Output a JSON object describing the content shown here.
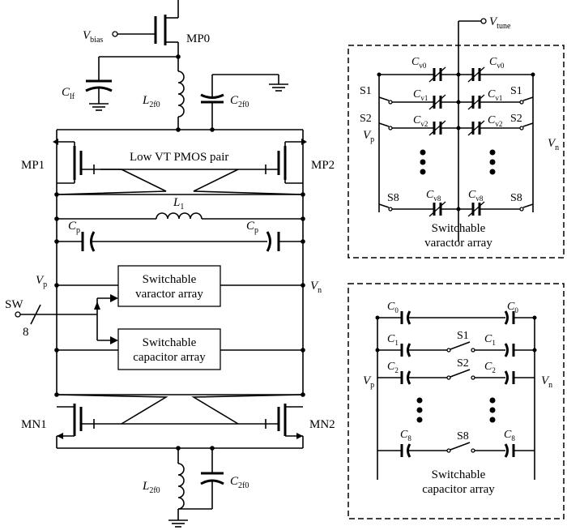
{
  "labels": {
    "vbias": "V",
    "vbias_sub": "bias",
    "mp0": "MP0",
    "cf": "C",
    "cf_sub": "lf",
    "l2f0_top": "L",
    "l2f0_top_sub": "2f0",
    "c2f0_top": "C",
    "c2f0_top_sub": "2f0",
    "mp1": "MP1",
    "mp2": "MP2",
    "pmos_pair": "Low VT PMOS pair",
    "l1": "L",
    "l1_sub": "1",
    "cp_left": "C",
    "cp_left_sub": "p",
    "cp_right": "C",
    "cp_right_sub": "p",
    "vp": "V",
    "vp_sub": "p",
    "vn": "V",
    "vn_sub": "n",
    "sw": "SW",
    "sw_bits": "8",
    "varactor_box_line1": "Switchable",
    "varactor_box_line2": "varactor array",
    "capacitor_box_line1": "Switchable",
    "capacitor_box_line2": "capacitor array",
    "mn1": "MN1",
    "mn2": "MN2",
    "l2f0_bot": "L",
    "l2f0_bot_sub": "2f0",
    "c2f0_bot": "C",
    "c2f0_bot_sub": "2f0"
  },
  "varactor_detail": {
    "vtune": "V",
    "vtune_sub": "tune",
    "vp": "V",
    "vp_sub": "p",
    "vn": "V",
    "vn_sub": "n",
    "rows": [
      {
        "cap": "C",
        "cap_sub": "v0",
        "switch": ""
      },
      {
        "cap": "C",
        "cap_sub": "v1",
        "switch": "S1"
      },
      {
        "cap": "C",
        "cap_sub": "v2",
        "switch": "S2"
      },
      {
        "cap": "C",
        "cap_sub": "v8",
        "switch": "S8"
      }
    ],
    "caption_line1": "Switchable",
    "caption_line2": "varactor array"
  },
  "capacitor_detail": {
    "vp": "V",
    "vp_sub": "p",
    "vn": "V",
    "vn_sub": "n",
    "rows": [
      {
        "cap": "C",
        "cap_sub": "0",
        "switch": ""
      },
      {
        "cap": "C",
        "cap_sub": "1",
        "switch": "S1"
      },
      {
        "cap": "C",
        "cap_sub": "2",
        "switch": "S2"
      },
      {
        "cap": "C",
        "cap_sub": "8",
        "switch": "S8"
      }
    ],
    "caption_line1": "Switchable",
    "caption_line2": "capacitor array"
  }
}
